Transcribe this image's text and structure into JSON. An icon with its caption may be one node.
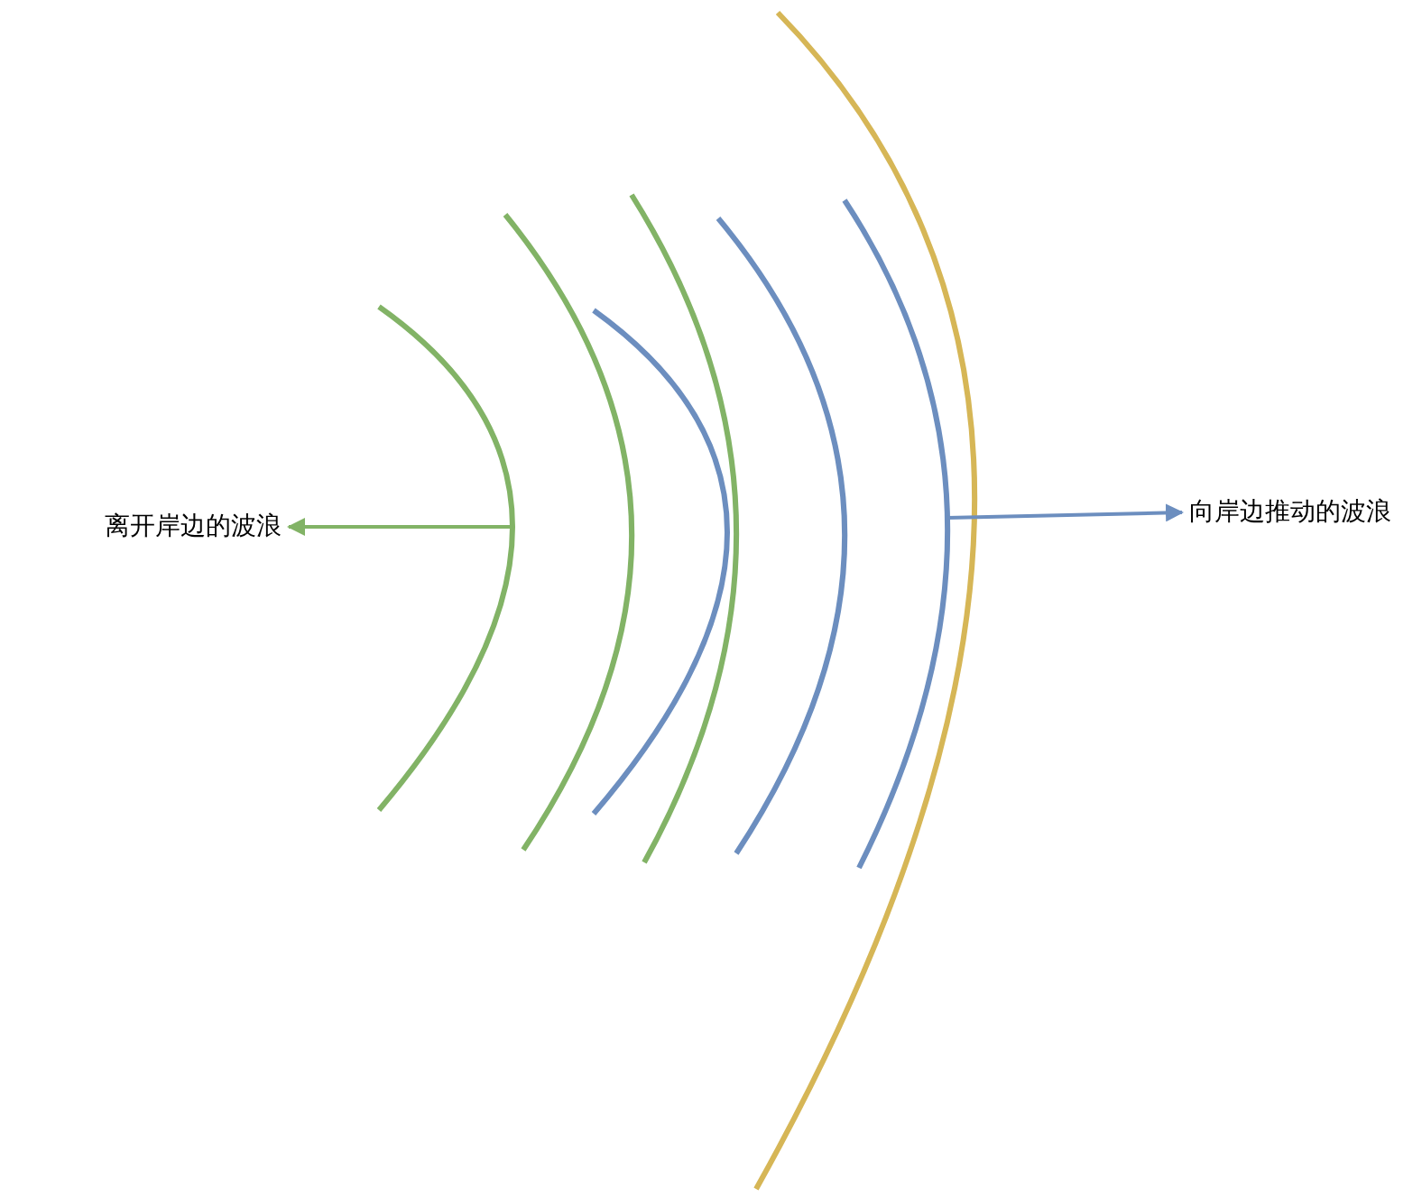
{
  "diagram": {
    "nodes": [
      {
        "text": [
          "离开岸边的波浪"
        ]
      },
      {
        "text": [
          "向岸边推动的波浪"
        ]
      },
      {
        "text": [],
        "shape": "curve"
      },
      {
        "text": [],
        "shape": "curve"
      }
    ],
    "edges": [
      {
        "from": 2,
        "to": 0,
        "arrow": "to",
        "color": "#82b366"
      },
      {
        "from": 3,
        "to": 1,
        "arrow": "to",
        "color": "#6c8ebf"
      }
    ]
  }
}
